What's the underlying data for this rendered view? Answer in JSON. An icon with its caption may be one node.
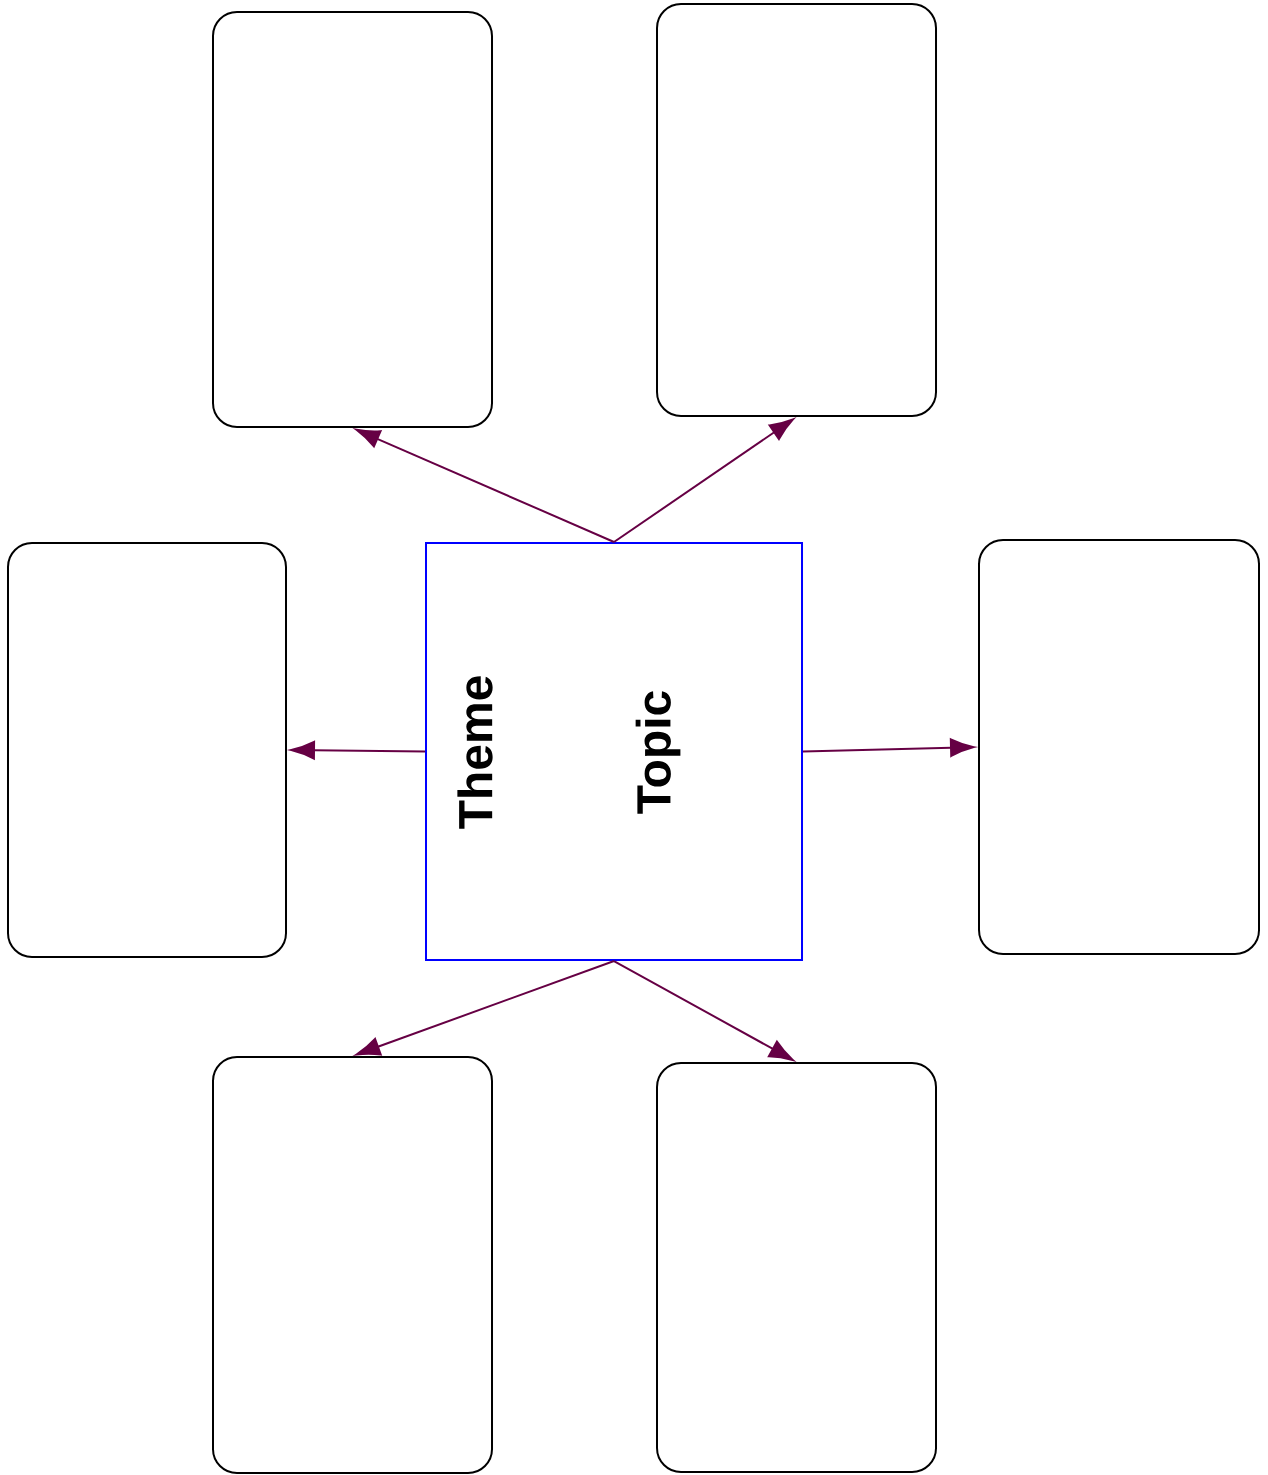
{
  "diagram": {
    "nodes": [
      {
        "text": [],
        "shape": "box"
      },
      {
        "text": [],
        "shape": "box"
      },
      {
        "text": [],
        "shape": "box"
      },
      {
        "text": [
          "Theme",
          "Topic"
        ]
      },
      {
        "text": [],
        "shape": "box"
      },
      {
        "text": [],
        "shape": "box"
      },
      {
        "text": [],
        "shape": "box"
      }
    ],
    "edges": [
      {
        "from": 3,
        "to": 0,
        "arrow": "to"
      },
      {
        "from": 3,
        "to": 1,
        "arrow": "to"
      },
      {
        "from": 3,
        "to": 2,
        "arrow": "to"
      },
      {
        "from": 3,
        "to": 4,
        "arrow": "to"
      },
      {
        "from": 3,
        "to": 5,
        "arrow": "to"
      },
      {
        "from": 3,
        "to": 6,
        "arrow": "to"
      }
    ]
  }
}
